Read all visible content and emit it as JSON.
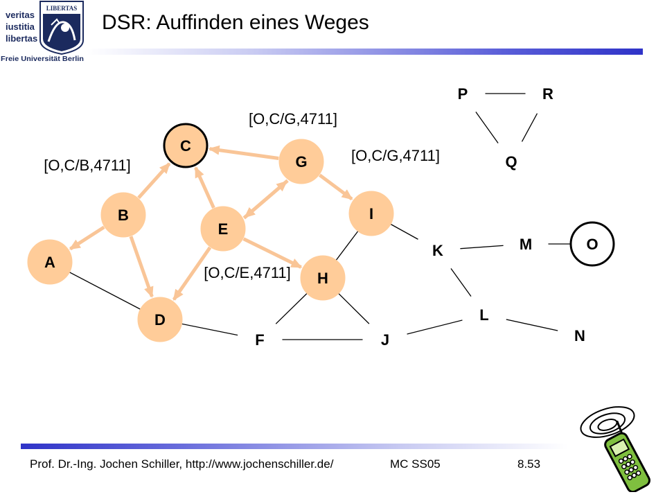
{
  "logo": {
    "motto_line1": "veritas",
    "motto_line2": "iustitia",
    "motto_line3": "libertas",
    "seal_text": "LIBERTAS",
    "university": "Freie Universität Berlin"
  },
  "title": "DSR: Auffinden eines Weges",
  "diagram": {
    "nodes": [
      {
        "id": "A",
        "label": "A",
        "fill": "#ffcc99",
        "stroke": "#ffcc99"
      },
      {
        "id": "B",
        "label": "B",
        "fill": "#ffcc99",
        "stroke": "#ffcc99"
      },
      {
        "id": "C",
        "label": "C",
        "fill": "#ffcc99",
        "stroke": "#000000"
      },
      {
        "id": "D",
        "label": "D",
        "fill": "#ffcc99",
        "stroke": "#ffcc99"
      },
      {
        "id": "E",
        "label": "E",
        "fill": "#ffcc99",
        "stroke": "#ffcc99"
      },
      {
        "id": "F",
        "label": "F",
        "fill": "#ffffff",
        "stroke": "#ffffff"
      },
      {
        "id": "G",
        "label": "G",
        "fill": "#ffcc99",
        "stroke": "#ffcc99"
      },
      {
        "id": "H",
        "label": "H",
        "fill": "#ffcc99",
        "stroke": "#ffcc99"
      },
      {
        "id": "I",
        "label": "I",
        "fill": "#ffcc99",
        "stroke": "#ffcc99"
      },
      {
        "id": "J",
        "label": "J",
        "fill": "#ffffff",
        "stroke": "#ffffff"
      },
      {
        "id": "K",
        "label": "K",
        "fill": "#ffffff",
        "stroke": "#ffffff"
      },
      {
        "id": "L",
        "label": "L",
        "fill": "#ffffff",
        "stroke": "#ffffff"
      },
      {
        "id": "M",
        "label": "M",
        "fill": "#ffffff",
        "stroke": "#ffffff"
      },
      {
        "id": "N",
        "label": "N",
        "fill": "#ffffff",
        "stroke": "#ffffff"
      },
      {
        "id": "O",
        "label": "O",
        "fill": "#ffffff",
        "stroke": "#000000"
      },
      {
        "id": "P",
        "label": "P",
        "fill": "#ffffff",
        "stroke": "#ffffff"
      },
      {
        "id": "Q",
        "label": "Q",
        "fill": "#ffffff",
        "stroke": "#ffffff"
      },
      {
        "id": "R",
        "label": "R",
        "fill": "#ffffff",
        "stroke": "#ffffff"
      }
    ],
    "links": [
      [
        "A",
        "D"
      ],
      [
        "D",
        "F"
      ],
      [
        "F",
        "J"
      ],
      [
        "F",
        "H"
      ],
      [
        "H",
        "J"
      ],
      [
        "H",
        "I"
      ],
      [
        "I",
        "K"
      ],
      [
        "K",
        "M"
      ],
      [
        "M",
        "O"
      ],
      [
        "K",
        "L"
      ],
      [
        "L",
        "J"
      ],
      [
        "L",
        "N"
      ],
      [
        "P",
        "R"
      ],
      [
        "P",
        "Q"
      ],
      [
        "R",
        "Q"
      ]
    ],
    "arrows": [
      [
        "B",
        "A"
      ],
      [
        "B",
        "C"
      ],
      [
        "B",
        "D"
      ],
      [
        "E",
        "C"
      ],
      [
        "E",
        "G"
      ],
      [
        "E",
        "H"
      ],
      [
        "E",
        "D"
      ],
      [
        "G",
        "C"
      ],
      [
        "G",
        "E"
      ],
      [
        "G",
        "I"
      ]
    ],
    "route_labels": [
      {
        "id": "ocb",
        "text": "[O,C/B,4711]"
      },
      {
        "id": "ocg-top",
        "text": "[O,C/G,4711]"
      },
      {
        "id": "ocg-right",
        "text": "[O,C/G,4711]"
      },
      {
        "id": "oce",
        "text": "[O,C/E,4711]"
      }
    ],
    "colors": {
      "arrow": "#f9c597",
      "link": "#000000",
      "node_label": "#000000"
    }
  },
  "footer": {
    "author": "Prof. Dr.-Ing. Jochen Schiller, http://www.jochenschiller.de/",
    "course": "MC SS05",
    "page": "8.53"
  },
  "decoration": {
    "phone_icon": "mobile-phone-icon",
    "bar_color": "#2f33c8"
  }
}
